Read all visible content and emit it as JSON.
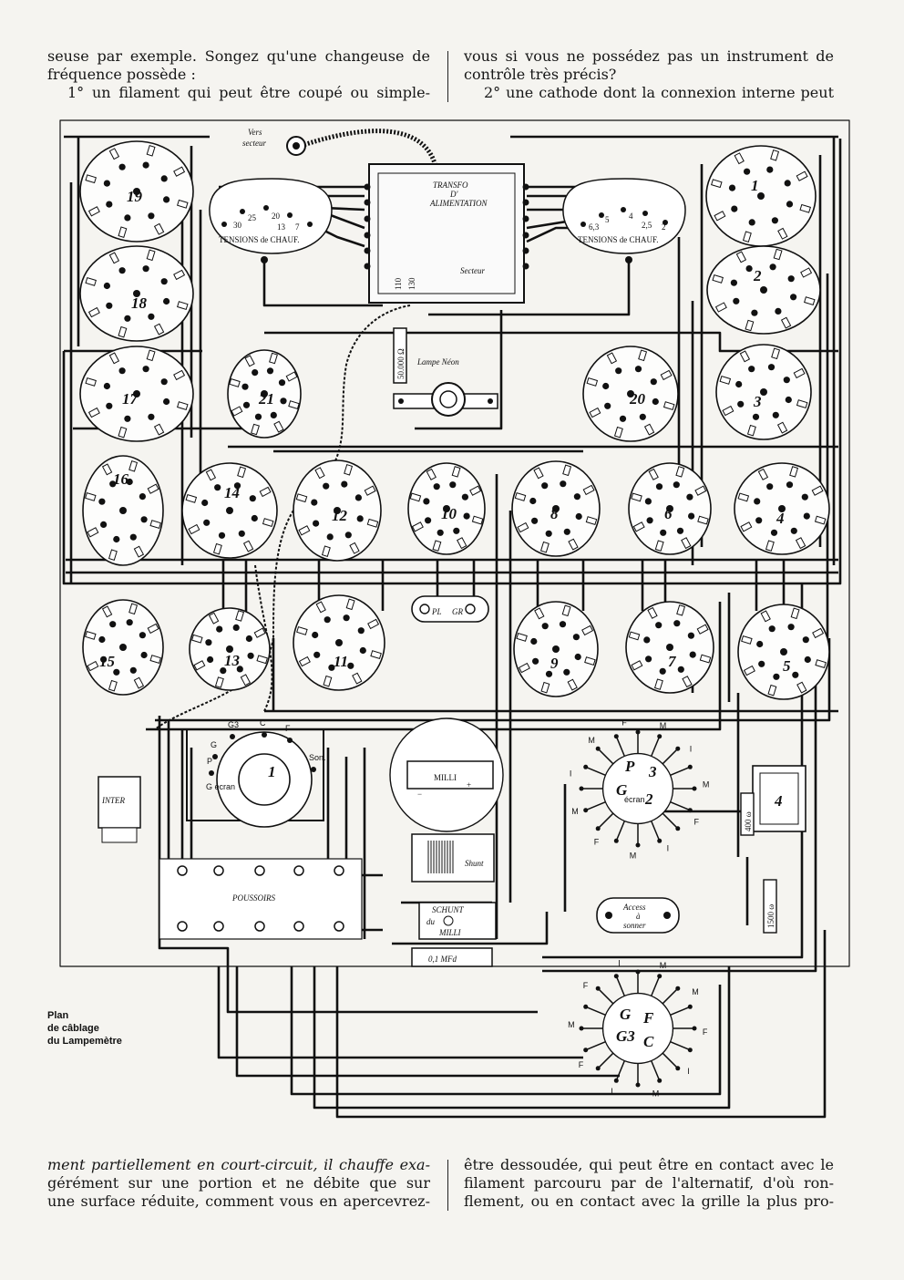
{
  "text_top_left": {
    "lines": [
      "seuse par exemple. Songez qu'une changeuse de",
      "fréquence possède :",
      "1° un filament qui peut être coupé ou simple-"
    ]
  },
  "text_top_right": {
    "lines": [
      "vous si vous ne possédez pas un instrument de",
      "contrôle très précis?",
      "2° une cathode dont la connexion interne peut"
    ]
  },
  "text_bottom_left": {
    "lines": [
      "ment partiellement en court-circuit, il chauffe exa-",
      "gérément sur une portion et ne débite que sur",
      "une surface réduite, comment vous en apercevrez-"
    ]
  },
  "text_bottom_right": {
    "lines": [
      "être dessoudée, qui peut être en contact avec le",
      "filament parcouru par de l'alternatif, d'où ron-",
      "flement, ou en contact avec la grille la plus pro-"
    ]
  },
  "caption": [
    "Plan",
    "de câblage",
    "du Lampemètre"
  ],
  "diagram": {
    "vers_secteur": [
      "Vers",
      "secteur"
    ],
    "transfo": [
      "TRANSFO",
      "D'",
      "ALIMENTATION"
    ],
    "secteur": "Secteur",
    "volt_110": "110",
    "volt_130": "130",
    "tensions_left": "TENSIONS de CHAUF.",
    "tensions_right": "TENSIONS de CHAUF.",
    "left_taps": [
      "30",
      "25",
      "20",
      "13",
      "7"
    ],
    "right_taps": [
      "6,3",
      "5",
      "4",
      "2,5",
      "2"
    ],
    "resistor_50000": "50.000 Ω",
    "lampe_neon": "Lampe Néon",
    "pl": "PL",
    "gr": "GR",
    "milli": "MILLI",
    "milli_minus": "−",
    "milli_plus": "+",
    "shunt": "Shunt",
    "schunt_du_milli": [
      "SCHUNT",
      "du",
      "MILLI"
    ],
    "capacitor": "0,1 MFd",
    "inter": "INTER",
    "poussoirs": "POUSSOIRS",
    "access_sonner": [
      "Access",
      "à",
      "sonner"
    ],
    "resistor_400": "400 ω",
    "resistor_1500": "1500 ω",
    "block_4": "4",
    "switch1": {
      "num": "1",
      "ecran": "G écran",
      "pins": [
        "G3",
        "C",
        "F",
        "G",
        "P",
        "Son."
      ]
    },
    "switch_p3g2": {
      "labels": [
        "P",
        "3",
        "G",
        "écran",
        "2"
      ],
      "pins": [
        "M",
        "I",
        "M",
        "F",
        "I",
        "M",
        "F",
        "M",
        "I",
        "M",
        "F"
      ]
    },
    "switch_gfg3c": {
      "labels": [
        "G",
        "F",
        "G3",
        "C"
      ],
      "pins": [
        "M",
        "M",
        "F",
        "I",
        "M",
        "I",
        "F",
        "M",
        "F",
        "I"
      ]
    },
    "sockets": [
      "1",
      "2",
      "3",
      "4",
      "5",
      "6",
      "7",
      "8",
      "9",
      "10",
      "11",
      "12",
      "13",
      "14",
      "15",
      "16",
      "17",
      "18",
      "19",
      "20",
      "21"
    ]
  }
}
